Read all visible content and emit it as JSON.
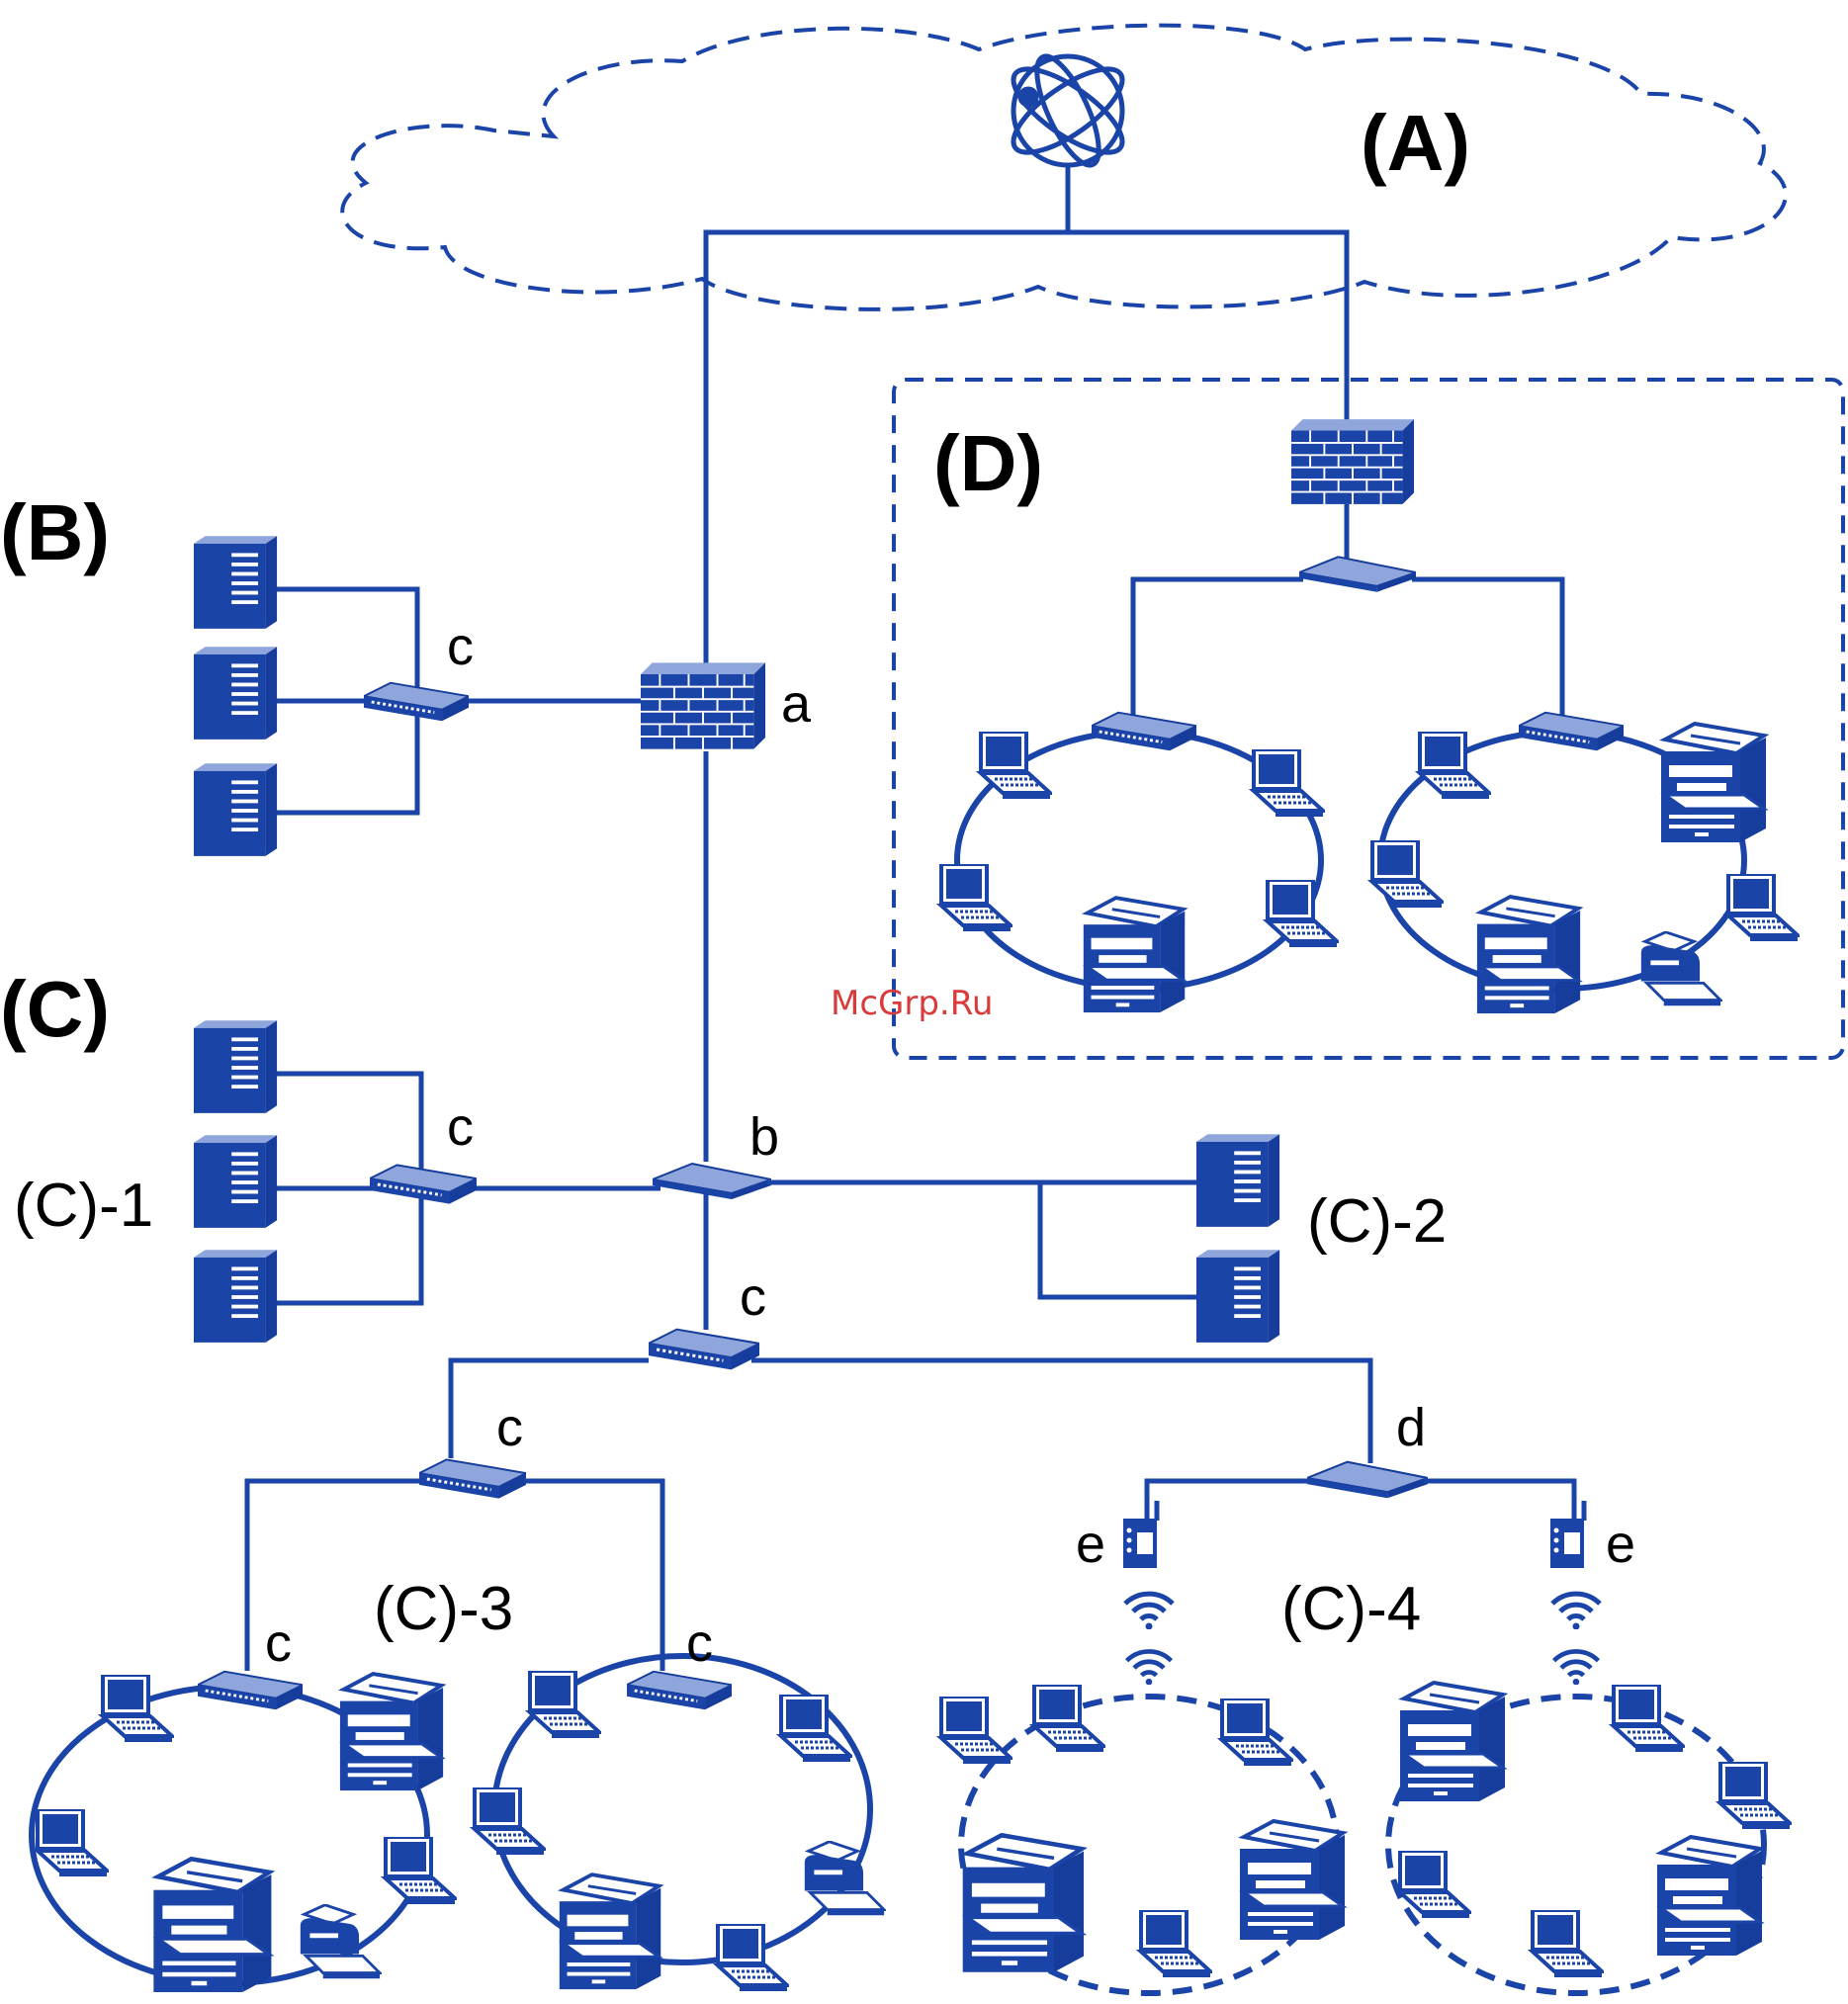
{
  "labels": {
    "A": "(A)",
    "B": "(B)",
    "C": "(C)",
    "D": "(D)",
    "C1": "(C)-1",
    "C2": "(C)-2",
    "C3": "(C)-3",
    "C4": "(C)-4",
    "a": "a",
    "b": "b",
    "c": "c",
    "d": "d",
    "e": "e"
  },
  "watermark": "McGrp.Ru",
  "colors": {
    "line": "#163c9c",
    "fill": "#1b44a8",
    "light": "#8ea6dc",
    "text": "#000000",
    "watermark": "#d93a3a"
  },
  "icons": [
    "globe-icon",
    "firewall-icon",
    "server-icon",
    "switch-icon",
    "router-icon",
    "access-point-icon",
    "wifi-signal-icon",
    "laptop-icon",
    "printer-icon",
    "scanner-icon"
  ]
}
